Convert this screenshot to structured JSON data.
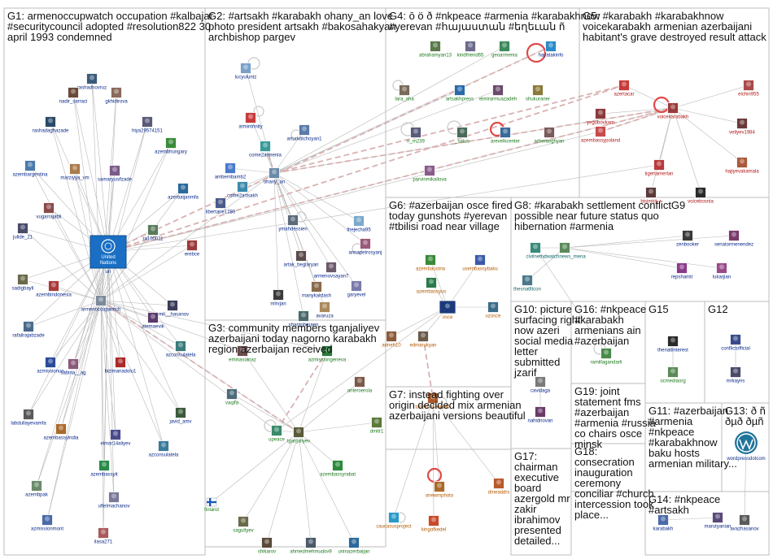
{
  "colors": {
    "label_default": "#0a2a8a",
    "label_green": "#1d7a1d",
    "label_red": "#b01818",
    "label_orange": "#b35a00",
    "label_teal": "#116666",
    "box_border": "#bdbdbd",
    "edge": "#b9b9b9",
    "red_arrow": "#e04848"
  },
  "groups": [
    {
      "id": "G1",
      "lines": [
        "G1: armenoccupwatch occupation #kalbajar",
        "#securitycouncil adopted #resolution822 30",
        "april 1993 condemned"
      ]
    },
    {
      "id": "G2",
      "lines": [
        "G2: #artsakh #karabakh ohany_an love",
        "photo president artsakh #bakosahakyan",
        "archbishop pargev"
      ]
    },
    {
      "id": "G3",
      "lines": [
        "G3: community members tganjaliyev",
        "azerbaijani today nagorno karabakh",
        "region azerbaijan received"
      ]
    },
    {
      "id": "G4",
      "lines": [
        "G4: ō ö ð #nkpeace #armenia #karabakhnow",
        "#yerevan #հայաստան #եղեւան ñ"
      ]
    },
    {
      "id": "G5",
      "lines": [
        "G5: #karabakh #karabakhnow",
        "voicekarabakh armenian azerbaijani",
        "habitant's grave destroyed result attack"
      ]
    },
    {
      "id": "G6",
      "lines": [
        "G6: #azerbaijan osce fired",
        "today gunshots #yerevan",
        "#tbilisi road near village"
      ]
    },
    {
      "id": "G7",
      "lines": [
        "G7: instead fighting over",
        "origin decided mix armenian",
        "azerbaijani versions beautiful"
      ]
    },
    {
      "id": "G8",
      "lines": [
        "G8: #karabakh settlement conflictG9",
        "possible near future status quo",
        "hibernation #armenia"
      ]
    },
    {
      "id": "G10",
      "lines": [
        "G10: picture",
        "surfacing right",
        "now azeri",
        "social media",
        "letter",
        "submitted",
        "jzarif"
      ]
    },
    {
      "id": "G16",
      "lines": [
        "G16: #nkpeace",
        "#karabakh",
        "armenians ain",
        "#azerbaijan"
      ]
    },
    {
      "id": "G15",
      "lines": [
        "G15"
      ]
    },
    {
      "id": "G12",
      "lines": [
        "G12"
      ]
    },
    {
      "id": "G19",
      "lines": [
        "G19: joint",
        "statement fms",
        "#azerbaijan",
        "#armenia #russia",
        "co chairs osce",
        "minsk"
      ]
    },
    {
      "id": "G11",
      "lines": [
        "G11: #azerbaijan",
        "#armenia",
        "#nkpeace",
        "#karabakhnow",
        "baku hosts",
        "armenian military..."
      ]
    },
    {
      "id": "G13",
      "lines": [
        "G13: ð ñ",
        "ðµð ðµñ"
      ]
    },
    {
      "id": "G17",
      "lines": [
        "G17:",
        "chairman",
        "executive",
        "board",
        "azergold mr",
        "zakir",
        "ibrahimov",
        "presented",
        "detailed..."
      ]
    },
    {
      "id": "G18",
      "lines": [
        "G18:",
        "consecration",
        "inauguration",
        "ceremony",
        "conciliar #church",
        "intercession took",
        "place..."
      ]
    },
    {
      "id": "G14",
      "lines": [
        "G14: #nkpeace",
        "#artsakh"
      ]
    }
  ],
  "nodes": [
    {
      "id": "un",
      "label": "un",
      "color": "#1a6fc4",
      "icon": "un-emblem-icon",
      "emblem": [
        "United",
        "Nations"
      ]
    },
    {
      "id": "armenoccupwatch",
      "label": "armenoccupwatch",
      "color": "#7a8a9a"
    },
    {
      "id": "rashadnovruz",
      "label": "rashadnovruz",
      "color": "#3a5a7a"
    },
    {
      "id": "nadir_sarraci",
      "label": "nadir_sarraci",
      "color": "#6a4a3a"
    },
    {
      "id": "gkhidirova",
      "label": "gkhidirova",
      "color": "#8a6a5a"
    },
    {
      "id": "rashadaghazade",
      "label": "rashadaghazade",
      "color": "#2a4a6a"
    },
    {
      "id": "hiya29574151",
      "label": "hiya29574151",
      "color": "#5a5a7a"
    },
    {
      "id": "azembhungary",
      "label": "azembhungary",
      "color": "#3a8a3a"
    },
    {
      "id": "azembargentina",
      "label": "azembargentina",
      "color": "#4a7aaa"
    },
    {
      "id": "marziyya_vm",
      "label": "marziyya_vm",
      "color": "#aa7a4a"
    },
    {
      "id": "samaryusifzade",
      "label": "samaryusifzade",
      "color": "#7a5a8a"
    },
    {
      "id": "azerbaijanmfa",
      "label": "azerbaijanmfa",
      "color": "#2a6a9a"
    },
    {
      "id": "vugarrajabli",
      "label": "vugarrajabli",
      "color": "#8a4a4a"
    },
    {
      "id": "julide_21",
      "label": "julide_21",
      "color": "#4a4a6a"
    },
    {
      "id": "ra100011",
      "label": "ra100011",
      "color": "#5a7a5a"
    },
    {
      "id": "erebce",
      "label": "erebce",
      "color": "#9a3a3a"
    },
    {
      "id": "sadigbayli",
      "label": "sadigbayli",
      "color": "#6a6a4a"
    },
    {
      "id": "azembindonesia",
      "label": "azembindonesia",
      "color": "#aa3a3a"
    },
    {
      "id": "emil__hasanov",
      "label": "emil__hasanov",
      "color": "#3a3a5a"
    },
    {
      "id": "atemaevik",
      "label": "atemaevik",
      "color": "#5a3a6a"
    },
    {
      "id": "rafailrajabzade",
      "label": "rafailrajabzade",
      "color": "#4a6a8a"
    },
    {
      "id": "azmissionun",
      "label": "azmissionun",
      "color": "#2a4a9a"
    },
    {
      "id": "bizimanadolu1",
      "label": "bizimanadolu1",
      "color": "#aa2a2a"
    },
    {
      "id": "azconsulatela",
      "label": "azconsulatela",
      "color": "#3a7a7a"
    },
    {
      "id": "sabina__ag",
      "label": "sabina__ag",
      "color": "#8a5a7a"
    },
    {
      "id": "labdullayevamfa",
      "label": "labdullayevamfa",
      "color": "#5a5a5a"
    },
    {
      "id": "javid_amv",
      "label": "javid_amv",
      "color": "#3a5a3a"
    },
    {
      "id": "azembassyindia",
      "label": "azembassyindia",
      "color": "#aa6a2a"
    },
    {
      "id": "elmar14aliyev",
      "label": "elmar14aliyev",
      "color": "#4a4a8a"
    },
    {
      "id": "azconsulatela2",
      "label": "azconsulatela",
      "color": "#3a7a9a"
    },
    {
      "id": "azembassyit",
      "label": "azembassyit",
      "color": "#2a8a4a"
    },
    {
      "id": "azembpak",
      "label": "azembpak",
      "color": "#6a8a6a"
    },
    {
      "id": "uftelmachanov",
      "label": "uftelmachanov",
      "color": "#7a7a9a"
    },
    {
      "id": "azmissionmont",
      "label": "azmissionmont",
      "color": "#4a6aaa"
    },
    {
      "id": "lasa271",
      "label": "ilasa271",
      "color": "#aa5a5a"
    },
    {
      "id": "lucyuluntz",
      "label": "lucyuluntz",
      "color": "#7aa0c8"
    },
    {
      "id": "armintrinity",
      "label": "armintrinity",
      "color": "#c83a3a"
    },
    {
      "id": "arturkotchoyan1",
      "label": "arturkotchoyan1",
      "color": "#5a7aaa"
    },
    {
      "id": "come2armenia",
      "label": "come2armenia",
      "color": "#3a9a9a"
    },
    {
      "id": "ambembamb2",
      "label": "ambembamb2",
      "color": "#4a7acc"
    },
    {
      "id": "come2artsakh",
      "label": "come2artsakh",
      "color": "#3a8aaa"
    },
    {
      "id": "ohany_an",
      "label": "ohany_an",
      "color": "#6a8aaa"
    },
    {
      "id": "libertaire1789",
      "label": "libertaire1789",
      "color": "#4a5a8a"
    },
    {
      "id": "ymahdessien",
      "label": "ymahdessien",
      "color": "#5a6a7a"
    },
    {
      "id": "thejecha95",
      "label": "thejecha95",
      "color": "#7aaacc"
    },
    {
      "id": "annapetrosyanj",
      "label": "annapetrosyanj",
      "color": "#9a5a7a"
    },
    {
      "id": "artak_beglaryan",
      "label": "artak_beglaryan",
      "color": "#5a4a4a"
    },
    {
      "id": "armenovsayan7",
      "label": "armenovsayan7",
      "color": "#6a5a6a"
    },
    {
      "id": "manykardash",
      "label": "manykardash",
      "color": "#8a6a4a"
    },
    {
      "id": "mlrvjan",
      "label": "mlrvjan",
      "color": "#3a3a3a"
    },
    {
      "id": "garyevel",
      "label": "garyevel",
      "color": "#7a7aaa"
    },
    {
      "id": "avaruza",
      "label": "avaruza",
      "color": "#aa8a5a"
    },
    {
      "id": "shantpheraen",
      "label": "shantpheraen",
      "color": "#4a6a6a"
    },
    {
      "id": "abrahamyan13",
      "label": "abrahamyan13",
      "color": "#5a7a4a"
    },
    {
      "id": "kindfriend65",
      "label": "kindfriend65",
      "color": "#6a6a8a"
    },
    {
      "id": "geoarmenia",
      "label": "geoarmenia",
      "color": "#3a8a5a"
    },
    {
      "id": "hayatakinfo",
      "label": "hayatakinfo",
      "color": "#2a8ac8"
    },
    {
      "id": "lara_aha",
      "label": "lara_aha",
      "color": "#7a6a5a"
    },
    {
      "id": "artsakhpress",
      "label": "artsakhpress",
      "color": "#2a6aaa"
    },
    {
      "id": "elmirarmuazadah",
      "label": "elmirarmuazadeh",
      "color": "#6a4a6a"
    },
    {
      "id": "shukuraner",
      "label": "shukuraner",
      "color": "#8a7a3a"
    },
    {
      "id": "n_m239",
      "label": "n_m239",
      "color": "#5a5a7a"
    },
    {
      "id": "_satus",
      "label": "_satus",
      "color": "#4a6a5a"
    },
    {
      "id": "arevelkcenter",
      "label": "arevelkcenter",
      "color": "#3a6a9a"
    },
    {
      "id": "arberaeghyan",
      "label": "arberaeghyan",
      "color": "#7a5a5a"
    },
    {
      "id": "parvinmikailova",
      "label": "parvinmikailova",
      "color": "#8a5a8a"
    },
    {
      "id": "azertacar",
      "label": "azertacar",
      "color": "#c83a3a"
    },
    {
      "id": "yegubovkam",
      "label": "yegubovkam",
      "color": "#8a3a3a"
    },
    {
      "id": "elchin955",
      "label": "elchin955",
      "color": "#aa4a4a"
    },
    {
      "id": "voicekarabakh",
      "label": "voicekarabakh",
      "color": "#9a3a3a"
    },
    {
      "id": "veliyev1984",
      "label": "veliyev1984",
      "color": "#6a3a3a"
    },
    {
      "id": "azembassypoland",
      "label": "azembassypoland",
      "color": "#c84a4a"
    },
    {
      "id": "tigertamerlan",
      "label": "tigertamerlan",
      "color": "#b83a3a"
    },
    {
      "id": "hajiyevakamala",
      "label": "hajiyevakamala",
      "color": "#aa5a3a"
    },
    {
      "id": "bisimkit_r",
      "label": "bisimkit_r",
      "color": "#5a3a3a"
    },
    {
      "id": "voicebosnia",
      "label": "voicebosnia",
      "color": "#2a2a2a"
    },
    {
      "id": "azembaustria",
      "label": "azembaustria",
      "color": "#3a8a3a"
    },
    {
      "id": "usembassybaku",
      "label": "usembassybaku",
      "color": "#3a5aaa"
    },
    {
      "id": "azembassyus",
      "label": "azembassyus",
      "color": "#2a7a4a"
    },
    {
      "id": "osce",
      "label": "osce",
      "color": "#1a3a7a"
    },
    {
      "id": "uzosce",
      "label": "uzosce",
      "color": "#3a6a8a"
    },
    {
      "id": "arineh10",
      "label": "arineh10",
      "color": "#8a5a3a"
    },
    {
      "id": "edmarukyan",
      "label": "edmarukyan",
      "color": "#6a5a4a"
    },
    {
      "id": "tadekhakespolia",
      "label": "tadekhakespolia",
      "color": "#aa5a2a"
    },
    {
      "id": "onewmphoto",
      "label": "onewmphoto",
      "color": "#aa6a2a"
    },
    {
      "id": "dmeaddrs",
      "label": "dmeaddrs",
      "color": "#b85a2a"
    },
    {
      "id": "caucasusproject",
      "label": "caucasusproject",
      "color": "#2a9ac8"
    },
    {
      "id": "kingofkedel",
      "label": "kingofkedel",
      "color": "#c84a2a"
    },
    {
      "id": "dwatchnews_mena",
      "label": "dwatchnews_mena",
      "color": "#5a8a5a"
    },
    {
      "id": "zenbooker",
      "label": "zenbooker",
      "color": "#3a3a3a"
    },
    {
      "id": "senatormenendez",
      "label": "senatormenendez",
      "color": "#7a3a6a"
    },
    {
      "id": "civilnettv",
      "label": "civilnettv",
      "color": "#3a8a7a"
    },
    {
      "id": "repshamit",
      "label": "repshamit",
      "color": "#8a3a8a"
    },
    {
      "id": "lukarjian",
      "label": "lukarjian",
      "color": "#9a4a8a"
    },
    {
      "id": "thesnatlltcon",
      "label": "thesnatlltcon",
      "color": "#4a7a8a"
    },
    {
      "id": "ramillagandarli",
      "label": "ramillagandarli",
      "color": "#4a8a4a"
    },
    {
      "id": "thenatlinterest",
      "label": "thenatlinterest",
      "color": "#2a2a2a"
    },
    {
      "id": "ocmedia",
      "label": "ocmediaorg",
      "color": "#5a8a5a"
    },
    {
      "id": "conflictofficial",
      "label": "conflictofficial",
      "color": "#3a4a8a"
    },
    {
      "id": "mrkayns",
      "label": "mrkayns",
      "color": "#4a4a6a"
    },
    {
      "id": "cavidaga",
      "label": "cavidaga",
      "color": "#7a7a7a"
    },
    {
      "id": "nahidnovan",
      "label": "nahidnovan",
      "color": "#6a3a6a"
    },
    {
      "id": "wordpressdotcom",
      "label": "wordpressdotcom",
      "color": "#21759b",
      "icon": "wordpress-logo-icon"
    },
    {
      "id": "avazhasanov",
      "label": "avazhasanov",
      "color": "#5a5a5a"
    },
    {
      "id": "karabakh",
      "label": "karabakh",
      "color": "#4a6aaa"
    },
    {
      "id": "marutyanian",
      "label": "marutyanian",
      "color": "#5a4a7a"
    },
    {
      "id": "upeace",
      "label": "upeace",
      "color": "#3a8a6a"
    },
    {
      "id": "tganjaliyev",
      "label": "tganjaliyev",
      "color": "#5a5a3a"
    },
    {
      "id": "eminasianaz",
      "label": "eminasianaz",
      "color": "#6a4a4a"
    },
    {
      "id": "azmissiongeneva",
      "label": "azmissiongeneva",
      "color": "#2a7a3a"
    },
    {
      "id": "anteroerola",
      "label": "anteroerola",
      "color": "#7a5a4a"
    },
    {
      "id": "vaqifa",
      "label": "vaqifa",
      "color": "#4a6a7a"
    },
    {
      "id": "dmitr1",
      "label": "dmitr1",
      "color": "#5a7a3a"
    },
    {
      "id": "finland",
      "label": "finland",
      "color": "#1a5ab8",
      "icon": "finland-flag-icon"
    },
    {
      "id": "azembassyrabat",
      "label": "azembassyrabat",
      "color": "#2a8a3a"
    },
    {
      "id": "sagultyev",
      "label": "sagultyev",
      "color": "#6a6a4a"
    },
    {
      "id": "shikarov",
      "label": "shikarov",
      "color": "#5a4a3a"
    },
    {
      "id": "ahmedmehmudov9",
      "label": "ahmedmehmudov9",
      "color": "#4a5a6a"
    },
    {
      "id": "uninazerbaijan",
      "label": "uninazerbaijan",
      "color": "#2a6a9a"
    }
  ]
}
